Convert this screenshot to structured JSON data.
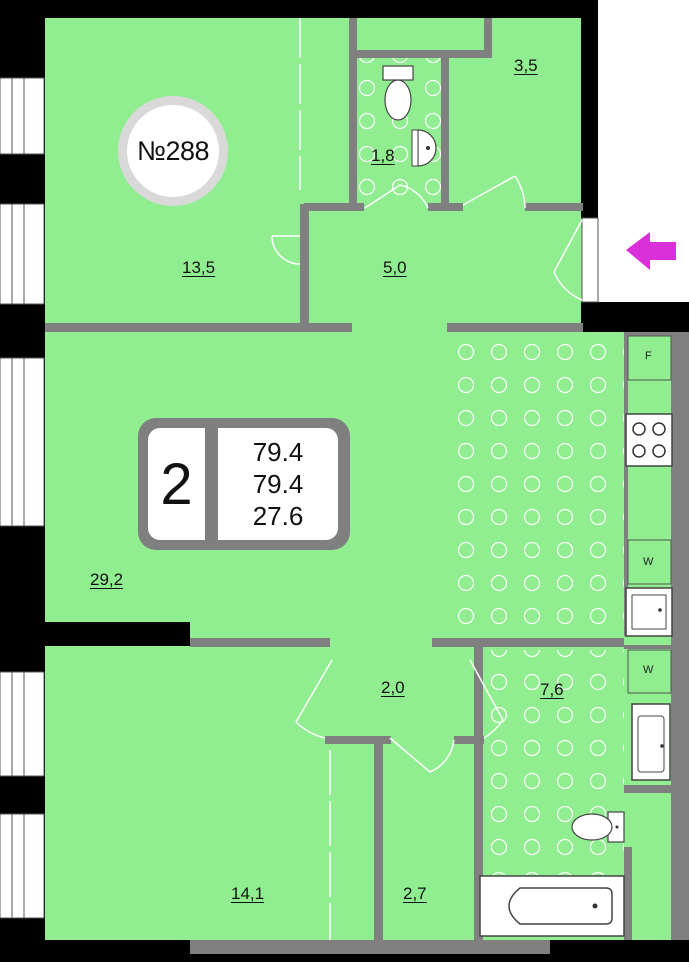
{
  "apartment": {
    "number": "№288",
    "rooms": "2",
    "areas": [
      "79.4",
      "79.4",
      "27.6"
    ]
  },
  "rooms": [
    {
      "id": "room-top-left",
      "area": "13,5"
    },
    {
      "id": "wc-top",
      "area": "1,8"
    },
    {
      "id": "storage-top",
      "area": "3,5"
    },
    {
      "id": "hall-top",
      "area": "5,0"
    },
    {
      "id": "living-kitchen",
      "area": "29,2"
    },
    {
      "id": "corridor",
      "area": "2,0"
    },
    {
      "id": "bathroom",
      "area": "7,6"
    },
    {
      "id": "bedroom-bottom-left",
      "area": "14,1"
    },
    {
      "id": "closet-bottom",
      "area": "2,7"
    }
  ],
  "appliances": {
    "fridge": "F",
    "washer_kitchen": "W",
    "washer_bath": "W"
  },
  "colors": {
    "floor": "#90ee90",
    "wall": "#000000",
    "partition": "#808080",
    "entrance_arrow": "#d930d9"
  }
}
